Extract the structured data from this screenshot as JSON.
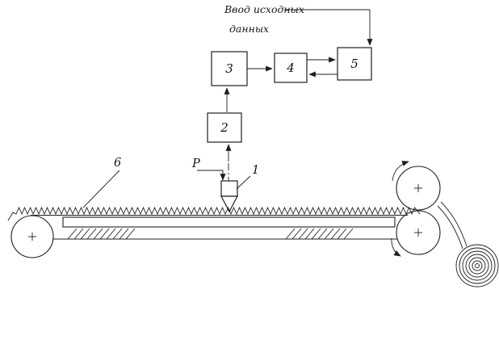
{
  "diagram": {
    "input_label_line1": "Ввод исходных",
    "input_label_line2": "данных",
    "blocks": {
      "b2": "2",
      "b3": "3",
      "b4": "4",
      "b5": "5"
    },
    "labels": {
      "probe": "1",
      "material": "6",
      "force": "P"
    },
    "colors": {
      "line": "#1f1f1f",
      "background": "#ffffff"
    }
  }
}
